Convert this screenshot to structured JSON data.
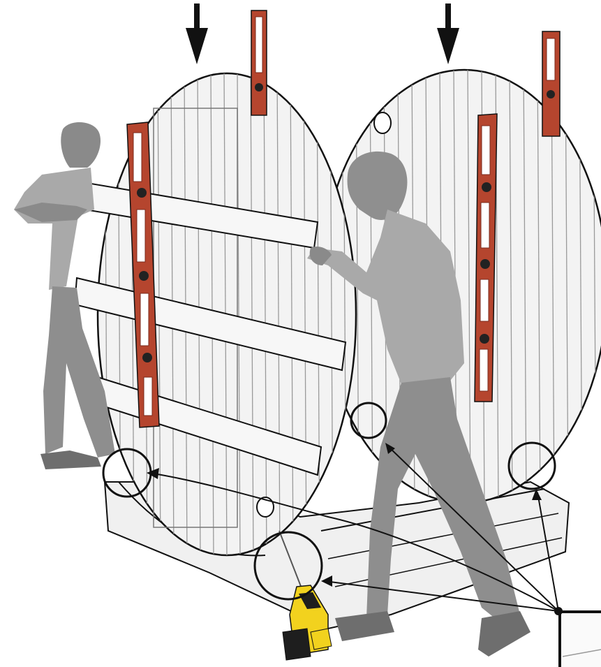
{
  "illustration": {
    "description_visible_text": "",
    "objects": [
      "down-arrow",
      "down-arrow",
      "round-head",
      "round-head",
      "spirit-level",
      "spirit-level",
      "spirit-level",
      "spirit-level",
      "cradle",
      "worker",
      "worker",
      "cordless-drill",
      "callout-circle",
      "callout-circle",
      "callout-circle",
      "callout-circle",
      "callout-circle"
    ],
    "colors": {
      "outline": "#111111",
      "head_fill": "#f3f3f3",
      "stave_line": "#9a9a9a",
      "level_body": "#b5452e",
      "level_dark": "#7a2a1c",
      "vial": "#222222",
      "worker_light": "#a9a9a9",
      "worker_dark": "#6e6e6e",
      "cradle_fill": "#f0f0f0",
      "drill_yellow": "#f2d21e",
      "drill_black": "#1e1e1e"
    }
  }
}
